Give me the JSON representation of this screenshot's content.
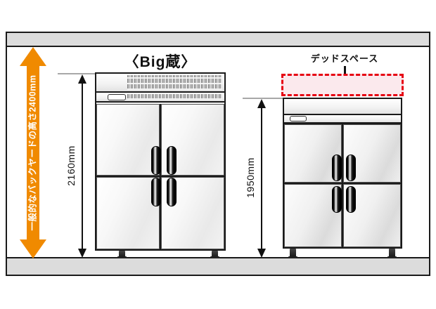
{
  "diagram": {
    "backyard_arrow": {
      "label": "一般的なバックヤードの高さ2400mm"
    },
    "left_unit": {
      "title": "〈Big蔵〉",
      "height_label": "2160mm"
    },
    "right_unit": {
      "height_label": "1950mm",
      "dead_space_label": "デッドスペース"
    },
    "colors": {
      "orange": "#F08A00",
      "red": "#E60012",
      "dead_space_pink": "#FBE9ED",
      "band_gray": "#DCDCDC"
    }
  }
}
